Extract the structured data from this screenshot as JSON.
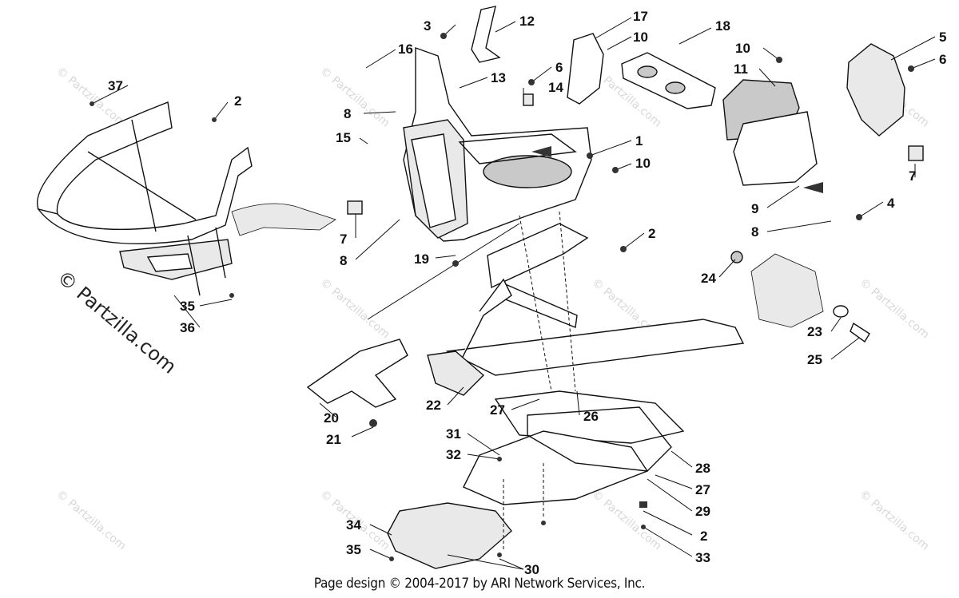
{
  "watermarks": {
    "large": "© Partzilla.com",
    "small": "© Partzilla.com"
  },
  "footer": {
    "text": "Page design © 2004-2017 by ARI Network Services, Inc."
  },
  "callouts": [
    {
      "id": "c3",
      "label": "3"
    },
    {
      "id": "c12",
      "label": "12"
    },
    {
      "id": "c17",
      "label": "17"
    },
    {
      "id": "c10a",
      "label": "10"
    },
    {
      "id": "c18",
      "label": "18"
    },
    {
      "id": "c10b",
      "label": "10"
    },
    {
      "id": "c5",
      "label": "5"
    },
    {
      "id": "c6a",
      "label": "6"
    },
    {
      "id": "c16",
      "label": "16"
    },
    {
      "id": "c6b",
      "label": "6"
    },
    {
      "id": "c11",
      "label": "11"
    },
    {
      "id": "c37",
      "label": "37"
    },
    {
      "id": "c13",
      "label": "13"
    },
    {
      "id": "c14",
      "label": "14"
    },
    {
      "id": "c2a",
      "label": "2"
    },
    {
      "id": "c8a",
      "label": "8"
    },
    {
      "id": "c15",
      "label": "15"
    },
    {
      "id": "c1",
      "label": "1"
    },
    {
      "id": "c10c",
      "label": "10"
    },
    {
      "id": "c7a",
      "label": "7"
    },
    {
      "id": "c9",
      "label": "9"
    },
    {
      "id": "c4",
      "label": "4"
    },
    {
      "id": "c7b",
      "label": "7"
    },
    {
      "id": "c8b",
      "label": "8"
    },
    {
      "id": "c2b",
      "label": "2"
    },
    {
      "id": "c8c",
      "label": "8"
    },
    {
      "id": "c19",
      "label": "19"
    },
    {
      "id": "c24",
      "label": "24"
    },
    {
      "id": "c35a",
      "label": "35"
    },
    {
      "id": "c36",
      "label": "36"
    },
    {
      "id": "c23",
      "label": "23"
    },
    {
      "id": "c25",
      "label": "25"
    },
    {
      "id": "c22",
      "label": "22"
    },
    {
      "id": "c27a",
      "label": "27"
    },
    {
      "id": "c26",
      "label": "26"
    },
    {
      "id": "c20",
      "label": "20"
    },
    {
      "id": "c21",
      "label": "21"
    },
    {
      "id": "c31",
      "label": "31"
    },
    {
      "id": "c32",
      "label": "32"
    },
    {
      "id": "c28",
      "label": "28"
    },
    {
      "id": "c27b",
      "label": "27"
    },
    {
      "id": "c29",
      "label": "29"
    },
    {
      "id": "c2c",
      "label": "2"
    },
    {
      "id": "c33",
      "label": "33"
    },
    {
      "id": "c34",
      "label": "34"
    },
    {
      "id": "c35b",
      "label": "35"
    },
    {
      "id": "c30",
      "label": "30"
    }
  ]
}
